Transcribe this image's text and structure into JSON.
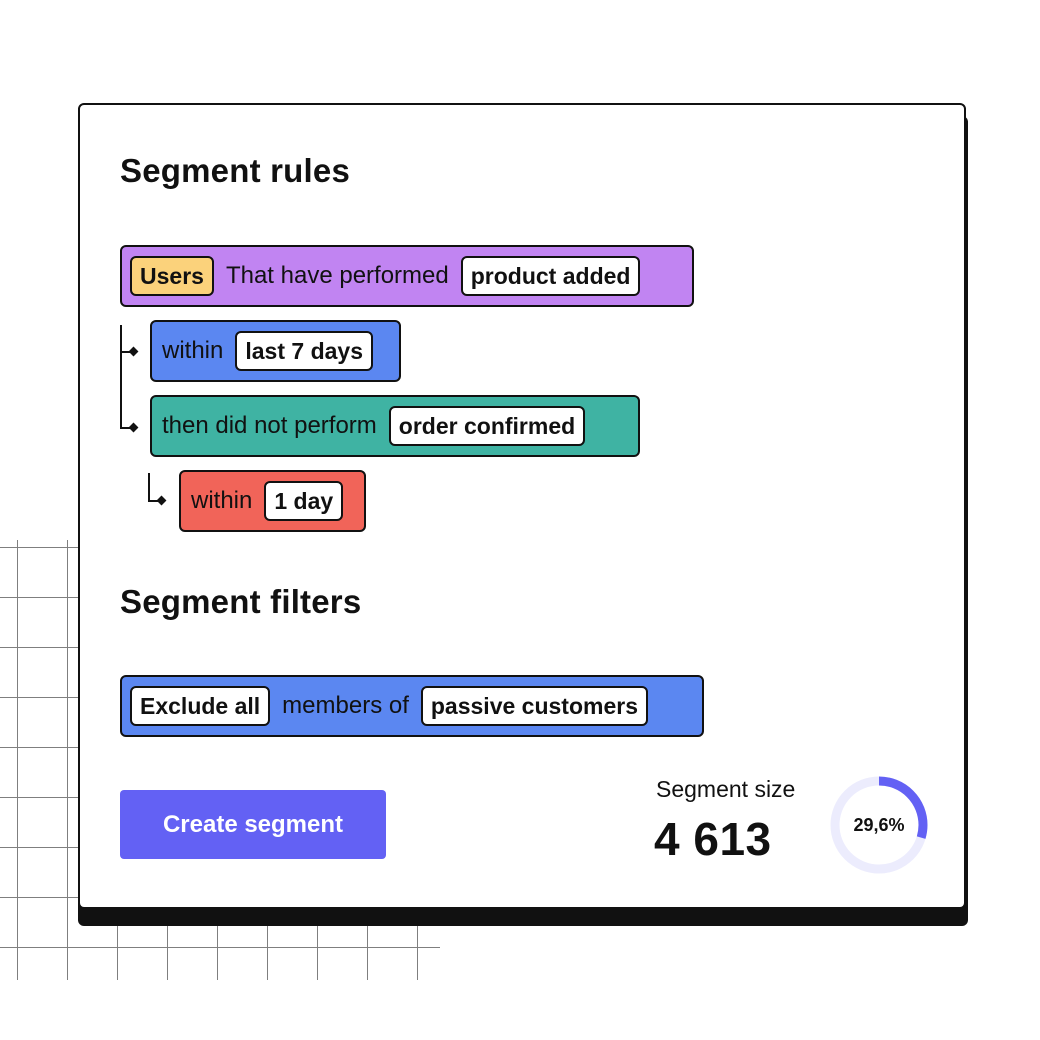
{
  "rules": {
    "heading": "Segment rules",
    "row1": {
      "subject": "Users",
      "text": "That have performed",
      "event": "product added",
      "color": "#c184f2"
    },
    "row2": {
      "text": "within",
      "value": "last 7 days",
      "color": "#5b87f1"
    },
    "row3": {
      "text": "then did not perform",
      "event": "order confirmed",
      "color": "#3fb3a3"
    },
    "row4": {
      "text": "within",
      "value": "1 day",
      "color": "#f16459"
    }
  },
  "filters": {
    "heading": "Segment filters",
    "row1": {
      "action": "Exclude all",
      "text": "members of",
      "group": "passive customers",
      "color": "#5b87f1"
    }
  },
  "actions": {
    "create_label": "Create segment",
    "create_color": "#6361f4"
  },
  "segment_size": {
    "label": "Segment size",
    "value": "4 613",
    "percent_label": "29,6%",
    "percent": 29.6,
    "ring_color": "#6361f4",
    "track_color": "#ececfd"
  },
  "icons": [
    "branch-arrow-icon"
  ]
}
